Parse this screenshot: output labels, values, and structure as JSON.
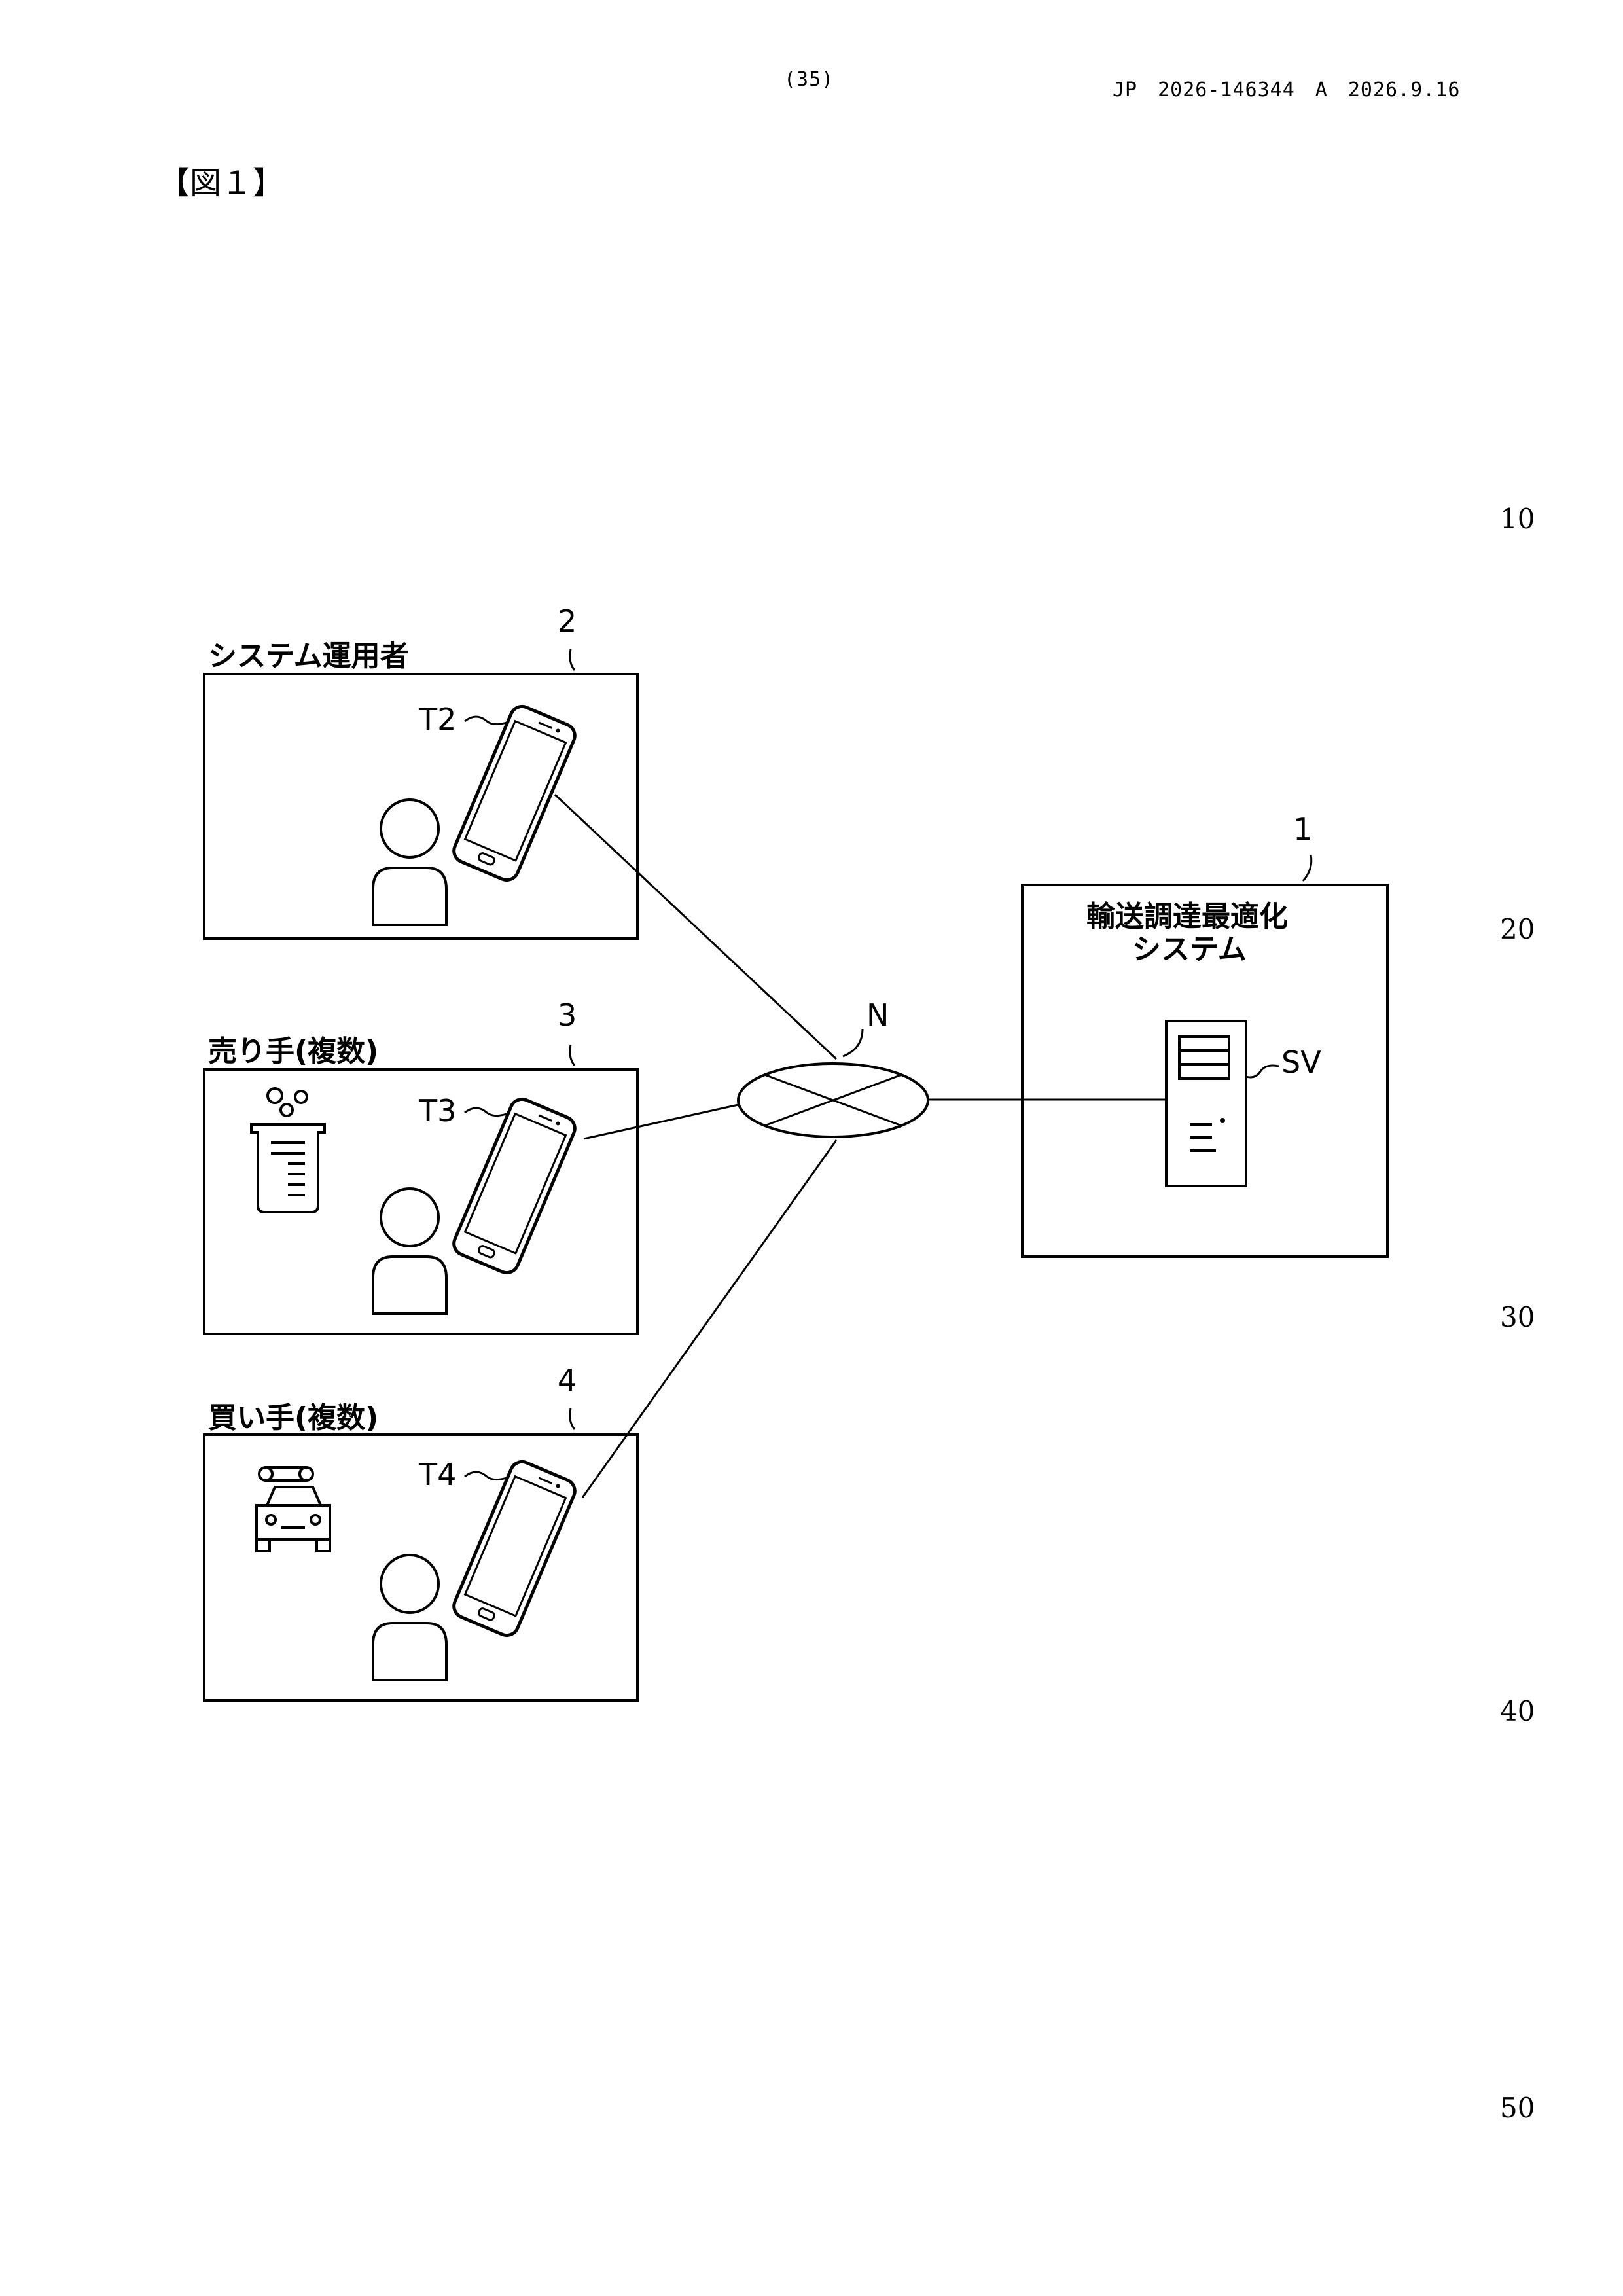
{
  "header": {
    "page_number": "(35)",
    "publication": "JP　2026-146344　A　2026.9.16"
  },
  "figure_label": "【図１】",
  "line_numbers": [
    "10",
    "20",
    "30",
    "40",
    "50"
  ],
  "diagram": {
    "system_box": {
      "ref": "1",
      "title_line1": "輸送調達最適化",
      "title_line2": "システム",
      "server_label": "SV"
    },
    "operator_box": {
      "ref": "2",
      "title": "システム運用者",
      "terminal": "T2"
    },
    "seller_box": {
      "ref": "3",
      "title": "売り手(複数)",
      "terminal": "T3"
    },
    "buyer_box": {
      "ref": "4",
      "title": "買い手(複数)",
      "terminal": "T4"
    },
    "network_label": "N"
  }
}
